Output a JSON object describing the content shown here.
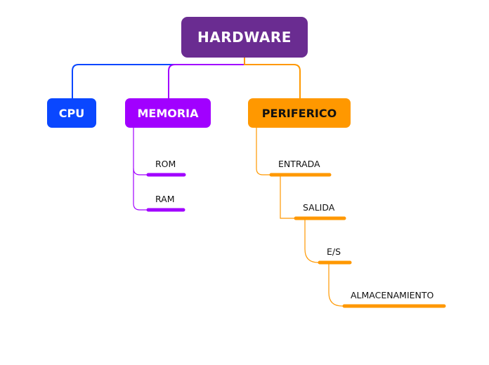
{
  "root": {
    "label": "HARDWARE",
    "color": "#6a2c91"
  },
  "topics": [
    {
      "label": "CPU",
      "color": "#0a47ff"
    },
    {
      "label": "MEMORIA",
      "color": "#a100ff"
    },
    {
      "label": "PERIFERICO",
      "color": "#ff9800"
    }
  ],
  "memoria_children": [
    {
      "label": "ROM"
    },
    {
      "label": "RAM"
    }
  ],
  "periferico_children": [
    {
      "label": "ENTRADA"
    },
    {
      "label": "SALIDA"
    },
    {
      "label": "E/S"
    },
    {
      "label": "ALMACENAMIENTO"
    }
  ]
}
